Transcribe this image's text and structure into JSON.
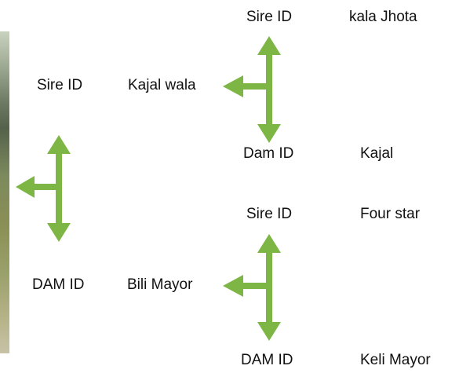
{
  "pedigree": {
    "root": {
      "sire_label": "Sire ID",
      "sire_name": "Kajal wala",
      "dam_label": "DAM ID",
      "dam_name": "Bili Mayor"
    },
    "sire_branch": {
      "sire_label": "Sire ID",
      "sire_name": "kala Jhota",
      "dam_label": "Dam ID",
      "dam_name": "Kajal"
    },
    "dam_branch": {
      "sire_label": "Sire ID",
      "sire_name": "Four star",
      "dam_label": "DAM ID",
      "dam_name": "Keli Mayor"
    }
  },
  "colors": {
    "arrow": "#7db645"
  }
}
